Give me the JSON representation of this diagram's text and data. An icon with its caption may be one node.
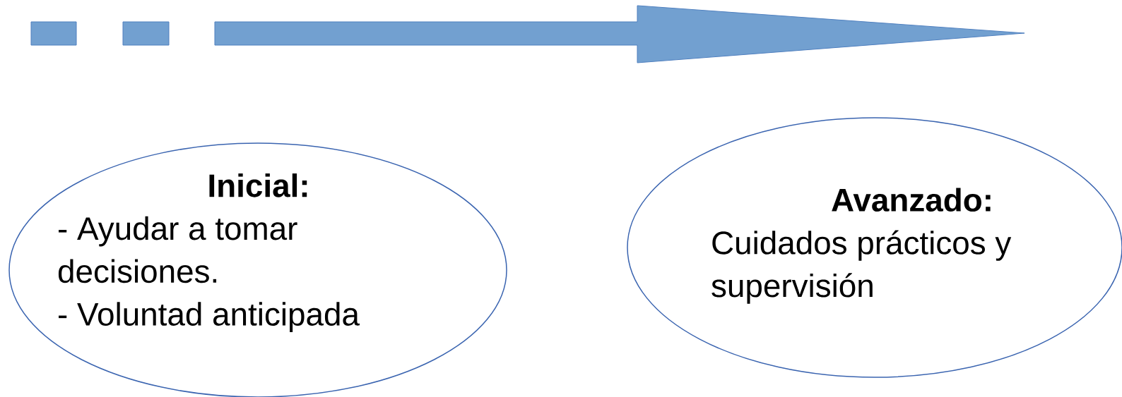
{
  "diagram": {
    "nodes": [
      {
        "text": [
          "Inicial:",
          "- Ayudar a tomar decisiones.",
          "- Voluntad anticipada"
        ]
      },
      {
        "text": [
          "Avanzado:",
          "Cuidados prácticos y supervisión"
        ]
      }
    ]
  }
}
